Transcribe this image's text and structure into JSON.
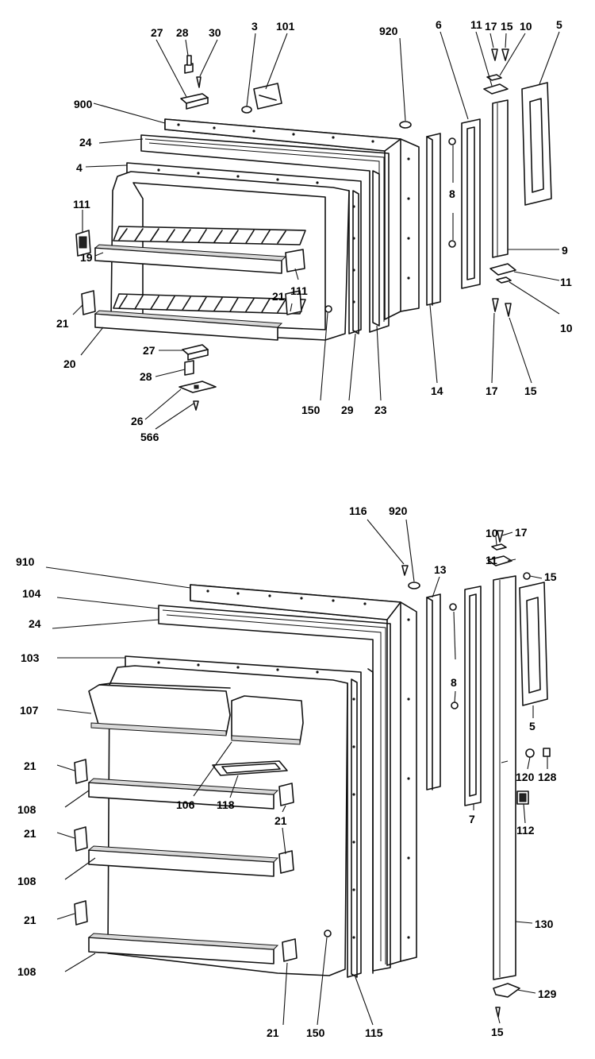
{
  "top_door": {
    "labels": [
      "27",
      "28",
      "30",
      "3",
      "101",
      "920",
      "6",
      "11",
      "17",
      "15",
      "10",
      "5",
      "900",
      "24",
      "4",
      "111",
      "19",
      "21",
      "20",
      "27",
      "28",
      "26",
      "566",
      "150",
      "29",
      "23",
      "14",
      "17",
      "15",
      "9",
      "11",
      "10",
      "8",
      "111",
      "21"
    ]
  },
  "bottom_door": {
    "labels": [
      "116",
      "920",
      "910",
      "104",
      "24",
      "103",
      "107",
      "21",
      "108",
      "106",
      "118",
      "21",
      "21",
      "108",
      "21",
      "108",
      "21",
      "150",
      "115",
      "13",
      "8",
      "7",
      "10",
      "17",
      "11",
      "15",
      "5",
      "120",
      "128",
      "112",
      "130",
      "129",
      "15"
    ]
  }
}
